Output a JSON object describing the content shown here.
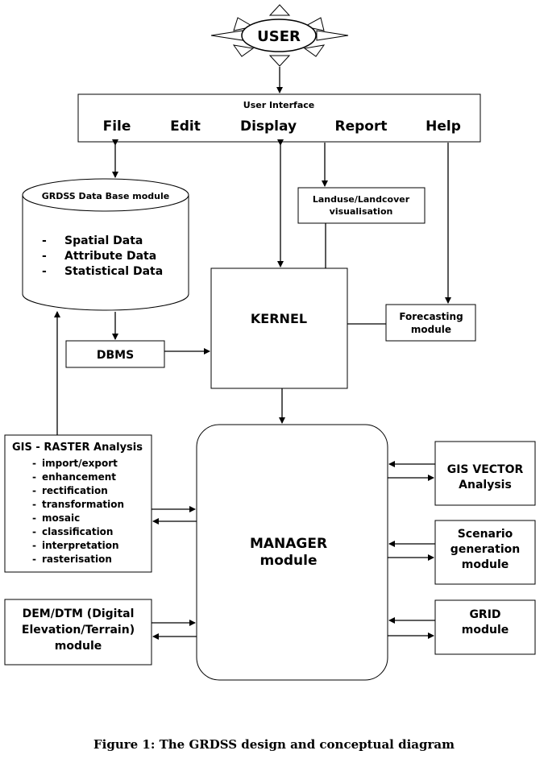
{
  "user": {
    "label": "USER"
  },
  "user_interface": {
    "title": "User Interface",
    "menu": [
      "File",
      "Edit",
      "Display",
      "Report",
      "Help"
    ]
  },
  "database": {
    "title": "GRDSS Data Base module",
    "items": [
      "Spatial Data",
      "Attribute Data",
      "Statistical Data"
    ]
  },
  "landuse": {
    "lines": [
      "Landuse/Landcover",
      "visualisation"
    ]
  },
  "kernel": {
    "label": "KERNEL"
  },
  "forecasting": {
    "lines": [
      "Forecasting",
      "module"
    ]
  },
  "dbms": {
    "label": "DBMS"
  },
  "raster": {
    "title": "GIS - RASTER Analysis",
    "items": [
      "import/export",
      "enhancement",
      "rectification",
      "transformation",
      "mosaic",
      "classification",
      "interpretation",
      "rasterisation"
    ]
  },
  "manager": {
    "lines": [
      "MANAGER",
      "module"
    ]
  },
  "gis_vector": {
    "lines": [
      "GIS VECTOR",
      "Analysis"
    ]
  },
  "scenario": {
    "lines": [
      "Scenario",
      "generation",
      "module"
    ]
  },
  "dem": {
    "lines": [
      "DEM/DTM (Digital",
      "Elevation/Terrain)",
      "module"
    ]
  },
  "grid": {
    "lines": [
      "GRID",
      "module"
    ]
  },
  "caption": {
    "prefix": "Figure 1",
    "text": ": The GRDSS design and conceptual diagram"
  }
}
